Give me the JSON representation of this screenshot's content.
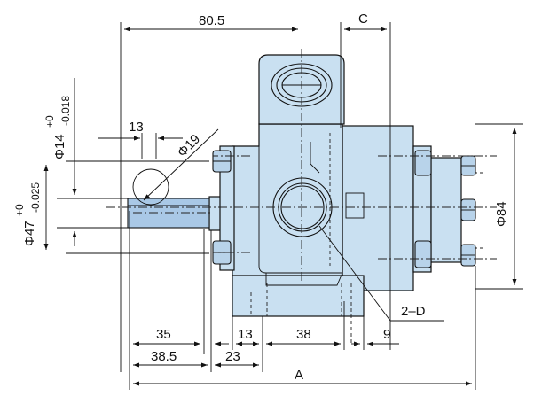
{
  "dimensions": {
    "d_80_5": "80.5",
    "d_C": "C",
    "d_13_top": "13",
    "d_phi19": "Φ19",
    "d_phi84": "Φ84",
    "d_phi14": "Φ14",
    "d_phi14_tol_up": "+0",
    "d_phi14_tol_lo": "-0.018",
    "d_phi47": "Φ47",
    "d_phi47_tol_up": "+0",
    "d_phi47_tol_lo": "-0.025",
    "d_2D": "2–D",
    "d_35": "35",
    "d_13_bottom": "13",
    "d_38": "38",
    "d_9": "9",
    "d_38_5": "38.5",
    "d_23": "23",
    "d_A": "A"
  },
  "colors": {
    "body_fill": "#c9e0f1",
    "outline": "#111111"
  }
}
